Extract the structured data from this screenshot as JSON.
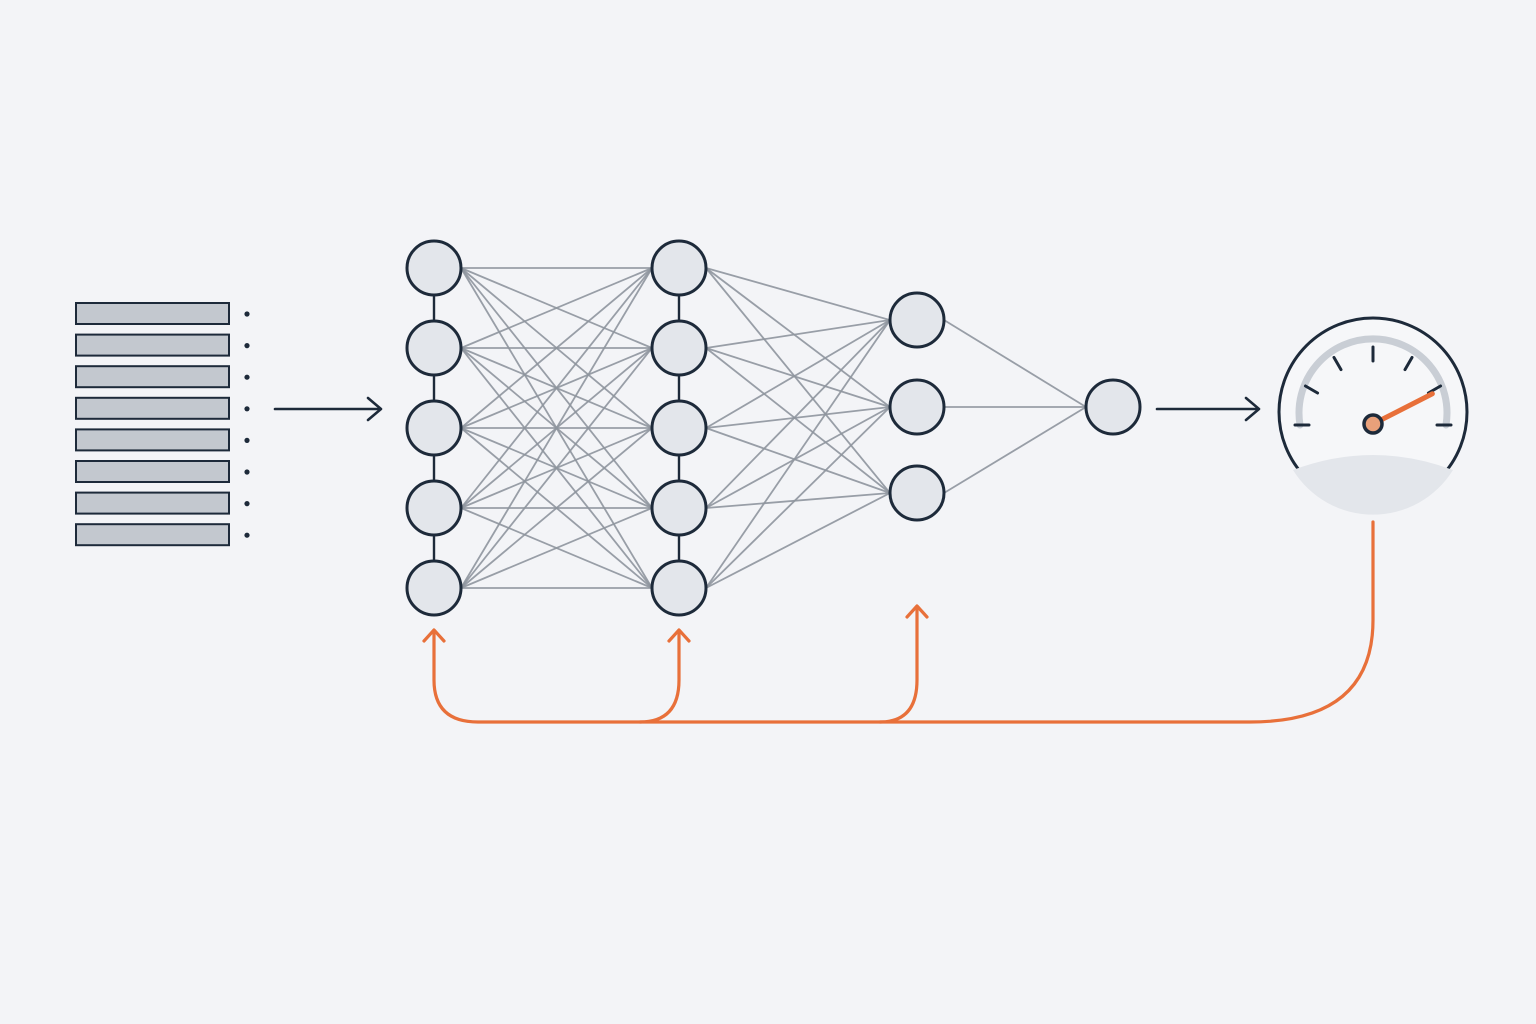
{
  "diagram": {
    "type": "neural-network-training-loop",
    "colors": {
      "background": "#f3f4f7",
      "ink": "#1d2a3a",
      "node_fill": "#e3e6eb",
      "connection": "#8e959d",
      "data_row_fill": "#c3c8cf",
      "feedback": "#e8703a",
      "gauge_face": "#f6f7f9",
      "gauge_arc": "#c9ced5",
      "gauge_needle": "#e8703a",
      "gauge_hub": "#e8a07a"
    },
    "input_data": {
      "icon": "data-rows-icon",
      "row_count": 8
    },
    "layers": [
      {
        "name": "input-layer",
        "nodes": 5
      },
      {
        "name": "hidden-layer",
        "nodes": 5
      },
      {
        "name": "hidden-layer-2",
        "nodes": 3
      },
      {
        "name": "output-layer",
        "nodes": 1
      }
    ],
    "gauge": {
      "icon": "gauge-icon",
      "needle_level": 0.85
    },
    "feedback": {
      "icon": "feedback-arrow-icon",
      "targets": [
        "input-layer",
        "hidden-layer",
        "hidden-layer-2"
      ]
    }
  }
}
